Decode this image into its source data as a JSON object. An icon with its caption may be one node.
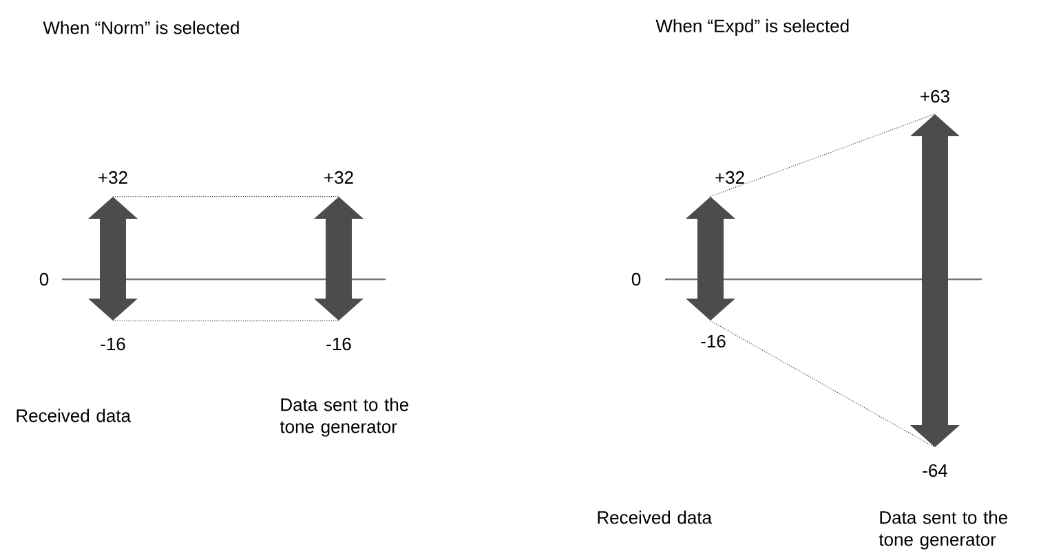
{
  "diagram": {
    "nodes": [
      {
        "text": [],
        "shape": "arrow",
        "beside": [
          "+32",
          "-16"
        ]
      },
      {
        "text": [],
        "shape": "arrow",
        "beside": [
          "+32",
          "-16"
        ]
      },
      {
        "text": [],
        "shape": "arrow",
        "beside": [
          "+32",
          "-16"
        ]
      },
      {
        "text": [],
        "shape": "arrow",
        "beside": [
          "+63",
          "-64"
        ]
      }
    ],
    "edges": [
      {
        "from": 0,
        "to": 1,
        "arrow": "none",
        "style": "dashed"
      },
      {
        "from": 0,
        "to": 1,
        "arrow": "none",
        "style": "dashed"
      },
      {
        "from": 2,
        "to": 3,
        "arrow": "none",
        "style": "dashed"
      },
      {
        "from": 2,
        "to": 3,
        "arrow": "none",
        "style": "dashed"
      }
    ],
    "labels": [
      "When “Norm” is selected",
      "When “Expd” is selected",
      "0",
      "0",
      "Received data",
      "Data sent to the tone generator",
      "Received data",
      "Data sent to the tone generator"
    ]
  }
}
